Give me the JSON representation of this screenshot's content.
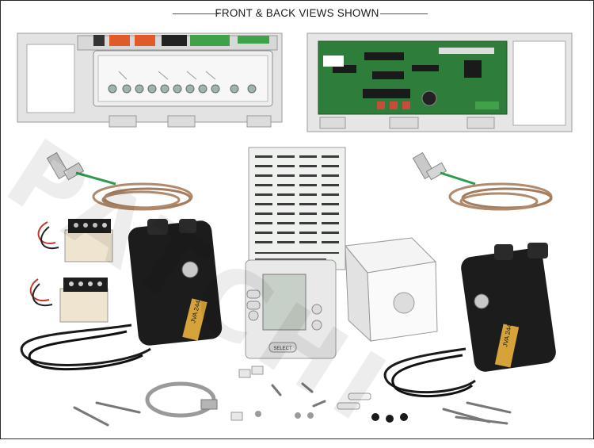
{
  "header": {
    "title": "FRONT & BACK VIEWS SHOWN"
  },
  "labels": {
    "actuator_left": "JVA 2444",
    "actuator_right": "JVA 2444",
    "remote_button": "SELECT"
  },
  "watermark": {
    "text": "PATCHI"
  },
  "colors": {
    "panel_gray": "#e6e6e6",
    "board_green": "#2f7d3a",
    "actuator_black": "#1c1c1c",
    "label_gold": "#d6a33a",
    "cable_tan": "#b08a6c",
    "cable_black": "#1a1a1a",
    "relay_red": "#c0392b",
    "terminal_orange": "#e05a2a"
  }
}
